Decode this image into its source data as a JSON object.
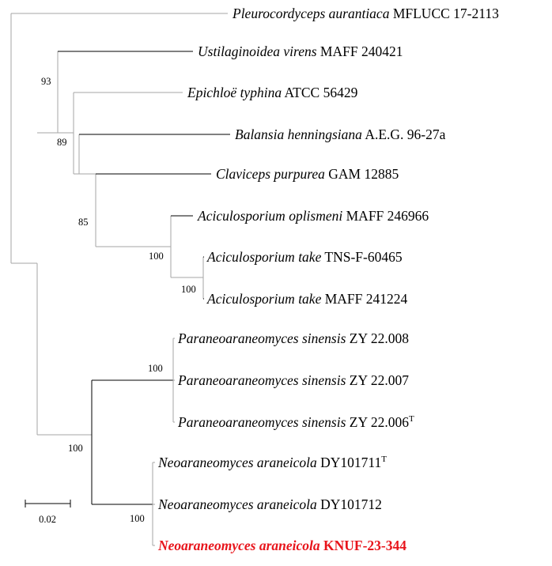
{
  "taxa": [
    {
      "id": "pleurocordyceps",
      "species": "Pleurocordyceps aurantiaca",
      "strain": "MFLUCC 17-2113",
      "sup": ""
    },
    {
      "id": "ustilaginoidea",
      "species": "Ustilaginoidea virens",
      "strain": "MAFF 240421",
      "sup": ""
    },
    {
      "id": "epichloe",
      "species": "Epichloë typhina",
      "strain": "ATCC 56429",
      "sup": ""
    },
    {
      "id": "balansia",
      "species": "Balansia henningsiana",
      "strain": "A.E.G. 96-27a",
      "sup": ""
    },
    {
      "id": "claviceps",
      "species": "Claviceps purpurea",
      "strain": "GAM 12885",
      "sup": ""
    },
    {
      "id": "aciculosporium-oplismeni",
      "species": "Aciculosporium oplismeni",
      "strain": "MAFF 246966",
      "sup": ""
    },
    {
      "id": "aciculosporium-take-tns",
      "species": "Aciculosporium take",
      "strain": "TNS-F-60465",
      "sup": ""
    },
    {
      "id": "aciculosporium-take-maff",
      "species": "Aciculosporium take",
      "strain": "MAFF 241224",
      "sup": ""
    },
    {
      "id": "paraneo-008",
      "species": "Paraneoaraneomyces sinensis",
      "strain": "ZY  22.008",
      "sup": ""
    },
    {
      "id": "paraneo-007",
      "species": "Paraneoaraneomyces sinensis",
      "strain": "ZY  22.007",
      "sup": ""
    },
    {
      "id": "paraneo-006",
      "species": "Paraneoaraneomyces sinensis",
      "strain": "ZY  22.006",
      "sup": "T"
    },
    {
      "id": "neo-dy101711",
      "species": "Neoaraneomyces araneicola",
      "strain": "DY101711",
      "sup": "T"
    },
    {
      "id": "neo-dy101712",
      "species": "Neoaraneomyces araneicola",
      "strain": "DY101712",
      "sup": ""
    },
    {
      "id": "neo-knuf",
      "species": "Neoaraneomyces araneicola",
      "strain": "KNUF-23-344",
      "sup": "",
      "highlight": true
    }
  ],
  "support_values": [
    {
      "id": "node-ustilaginoidea-clade",
      "value": "93"
    },
    {
      "id": "node-epichloe-clade",
      "value": "89"
    },
    {
      "id": "node-claviceps-clade",
      "value": "85"
    },
    {
      "id": "node-aciculosporium",
      "value": "100"
    },
    {
      "id": "node-aciculosporium-take",
      "value": "100"
    },
    {
      "id": "node-paraneoaraneomyces",
      "value": "100"
    },
    {
      "id": "node-araneomyces-group",
      "value": "100"
    },
    {
      "id": "node-neoaraneomyces",
      "value": "100"
    }
  ],
  "scale_bar": {
    "label": "0.02"
  },
  "colors": {
    "highlight": "#e8141b",
    "branch_gray": "#a6a6a6",
    "branch_black": "#000000"
  }
}
